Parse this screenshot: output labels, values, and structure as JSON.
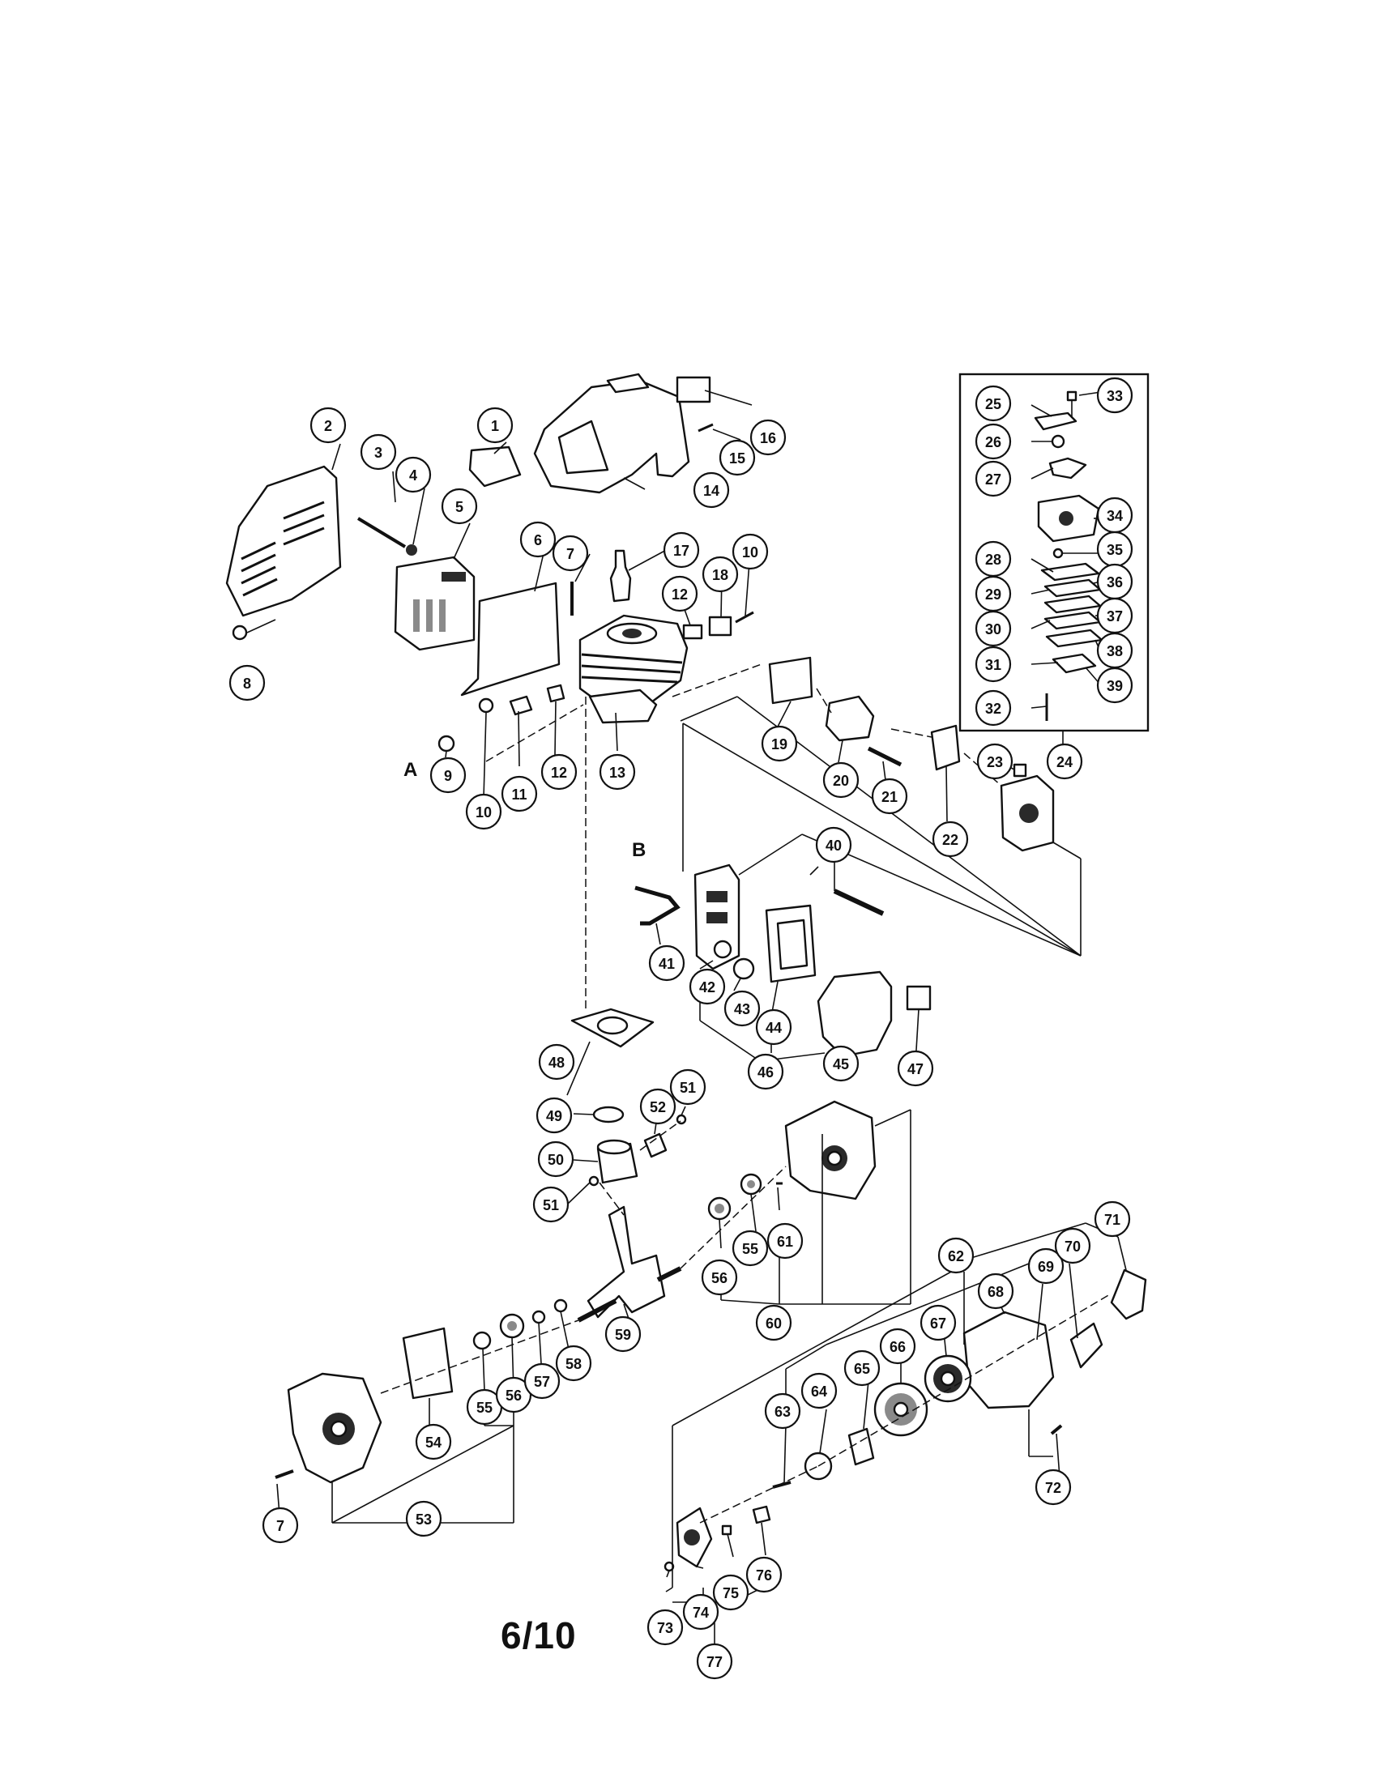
{
  "page_number": "6/10",
  "reference_letters": [
    "A",
    "B"
  ],
  "part_labels": [
    "1",
    "2",
    "3",
    "4",
    "5",
    "6",
    "7",
    "8",
    "9",
    "10",
    "11",
    "12",
    "13",
    "14",
    "15",
    "16",
    "17",
    "18",
    "19",
    "20",
    "21",
    "22",
    "23",
    "24",
    "25",
    "26",
    "27",
    "28",
    "29",
    "30",
    "31",
    "32",
    "33",
    "34",
    "35",
    "36",
    "37",
    "38",
    "39",
    "40",
    "41",
    "42",
    "43",
    "44",
    "45",
    "46",
    "47",
    "48",
    "49",
    "50",
    "51",
    "52",
    "53",
    "54",
    "55",
    "56",
    "57",
    "58",
    "59",
    "60",
    "61",
    "62",
    "63",
    "64",
    "65",
    "66",
    "67",
    "68",
    "69",
    "70",
    "71",
    "72",
    "73",
    "74",
    "75",
    "76",
    "77"
  ]
}
